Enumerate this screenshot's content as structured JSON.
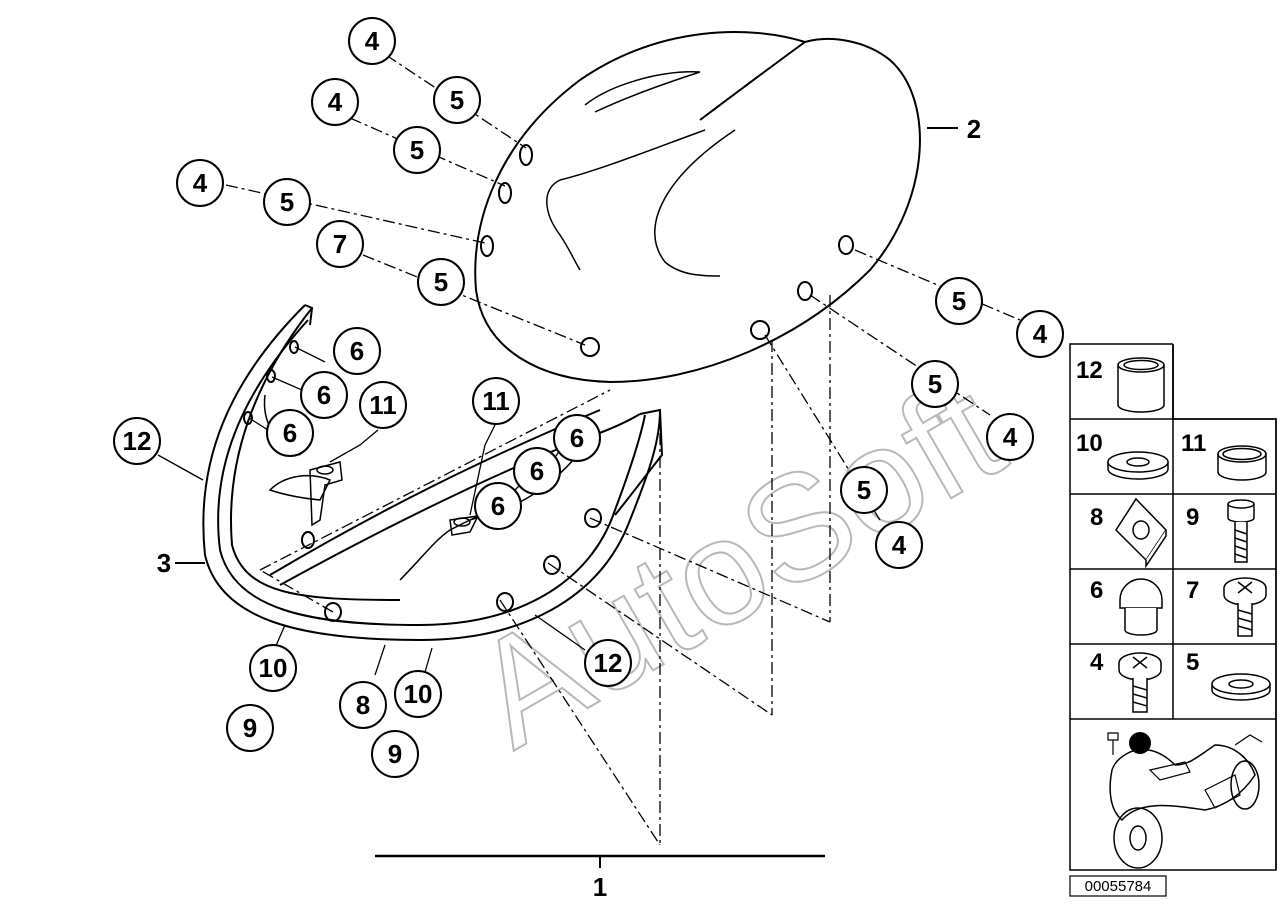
{
  "diagram": {
    "callouts": [
      "4",
      "5",
      "4",
      "5",
      "4",
      "5",
      "7",
      "5",
      "5",
      "4",
      "5",
      "4",
      "5",
      "4",
      "2",
      "6",
      "6",
      "6",
      "11",
      "11",
      "6",
      "6",
      "6",
      "12",
      "3",
      "10",
      "9",
      "8",
      "10",
      "9",
      "12",
      "1"
    ],
    "legend": [
      "12",
      "10",
      "11",
      "8",
      "9",
      "6",
      "7",
      "4",
      "5"
    ],
    "part_number": "00055784",
    "watermark": "AutoSoft"
  }
}
